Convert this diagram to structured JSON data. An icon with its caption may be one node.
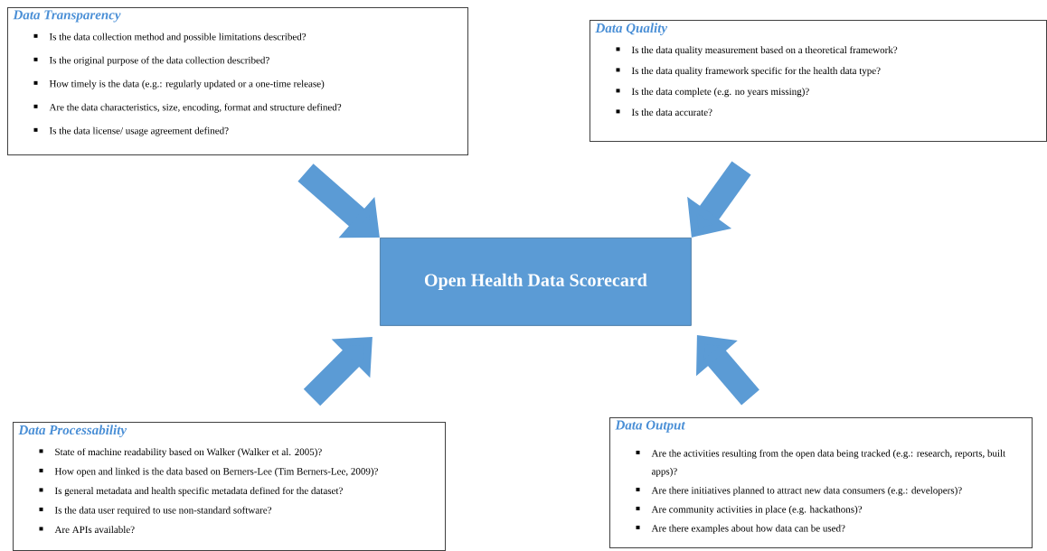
{
  "diagram": {
    "nodes": [
      {
        "text": [
          "Data Transparency",
          "Is the data collection method and possible limitations described?",
          "Is the original purpose of the data collection described?",
          "How timely is the data (e.g.: regularly updated or a one-time release)",
          "Are the data characteristics, size, encoding, format and structure defined?",
          "Is the data license/ usage agreement defined?"
        ]
      },
      {
        "text": [
          "Data Quality",
          "Is the data quality measurement based on a theoretical framework?",
          "Is the data quality framework specific for the health data type?",
          "Is the data complete (e.g. no years missing)?",
          "Is the data accurate?"
        ]
      },
      {
        "text": [
          "Open Health Data Scorecard"
        ]
      },
      {
        "text": [
          "Data Processability",
          "State of machine readability based on Walker (Walker et al. 2005)?",
          "How open and linked is the data based on Berners-Lee (Tim Berners-Lee, 2009)?",
          "Is general metadata and health specific metadata defined for the dataset?",
          "Is the data user required to use non-standard software?",
          "Are APIs available?"
        ]
      },
      {
        "text": [
          "Data Output",
          "Are the activities resulting from the open data being tracked (e.g.: research, reports, built apps)?",
          "Are there initiatives planned to attract new data consumers (e.g.: developers)?",
          "Are community activities in place (e.g. hackathons)?",
          "Are there examples about how data can be used?"
        ]
      }
    ],
    "edges": [
      {
        "from": 0,
        "to": 2,
        "arrow": "to"
      },
      {
        "from": 1,
        "to": 2,
        "arrow": "to"
      },
      {
        "from": 3,
        "to": 2,
        "arrow": "to"
      },
      {
        "from": 4,
        "to": 2,
        "arrow": "to"
      }
    ]
  }
}
